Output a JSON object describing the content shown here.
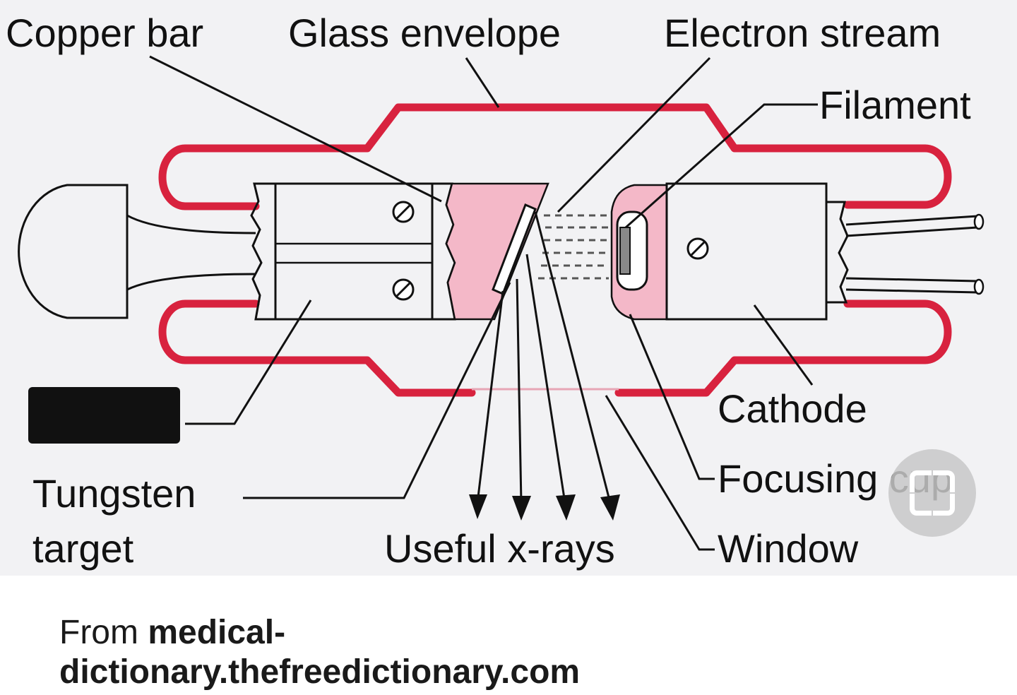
{
  "labels": {
    "copper_bar": "Copper bar",
    "glass_envelope": "Glass envelope",
    "electron_stream": "Electron stream",
    "filament": "Filament",
    "cathode": "Cathode",
    "focusing_cup": "Focusing cup",
    "tungsten": "Tungsten",
    "target": "target",
    "useful_xrays": "Useful x-rays",
    "window": "Window"
  },
  "caption": {
    "prefix": "From ",
    "source_line1": "medical-",
    "source_line2": "dictionary.thefreedictionary.com"
  },
  "colors": {
    "envelope": "#d8223e",
    "target_fill": "#f4b8c8",
    "panel_background": "#f2f2f4"
  },
  "icons": {
    "lens": "image-search-icon"
  }
}
